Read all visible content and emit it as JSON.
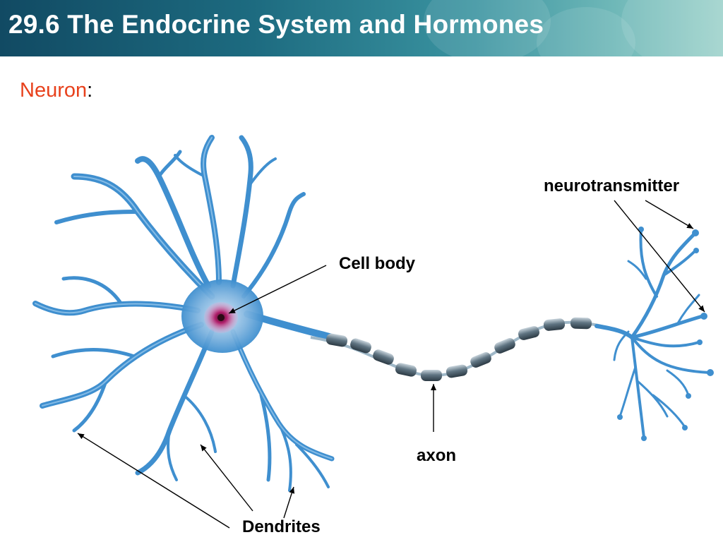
{
  "header": {
    "title": "29.6 The Endocrine System and Hormones"
  },
  "subheading": {
    "term": "Neuron",
    "suffix": ":"
  },
  "labels": {
    "neurotransmitter": "neurotransmitter",
    "cell_body": "Cell body",
    "axon": "axon",
    "dendrites": "Dendrites"
  },
  "colors": {
    "neuron_blue": "#3f8fcf",
    "neuron_light": "#8cc0e8",
    "nucleus_pink": "#d8348a",
    "header_dark": "#114a63",
    "header_light": "#9fd3cc",
    "accent_red": "#e8411c"
  }
}
